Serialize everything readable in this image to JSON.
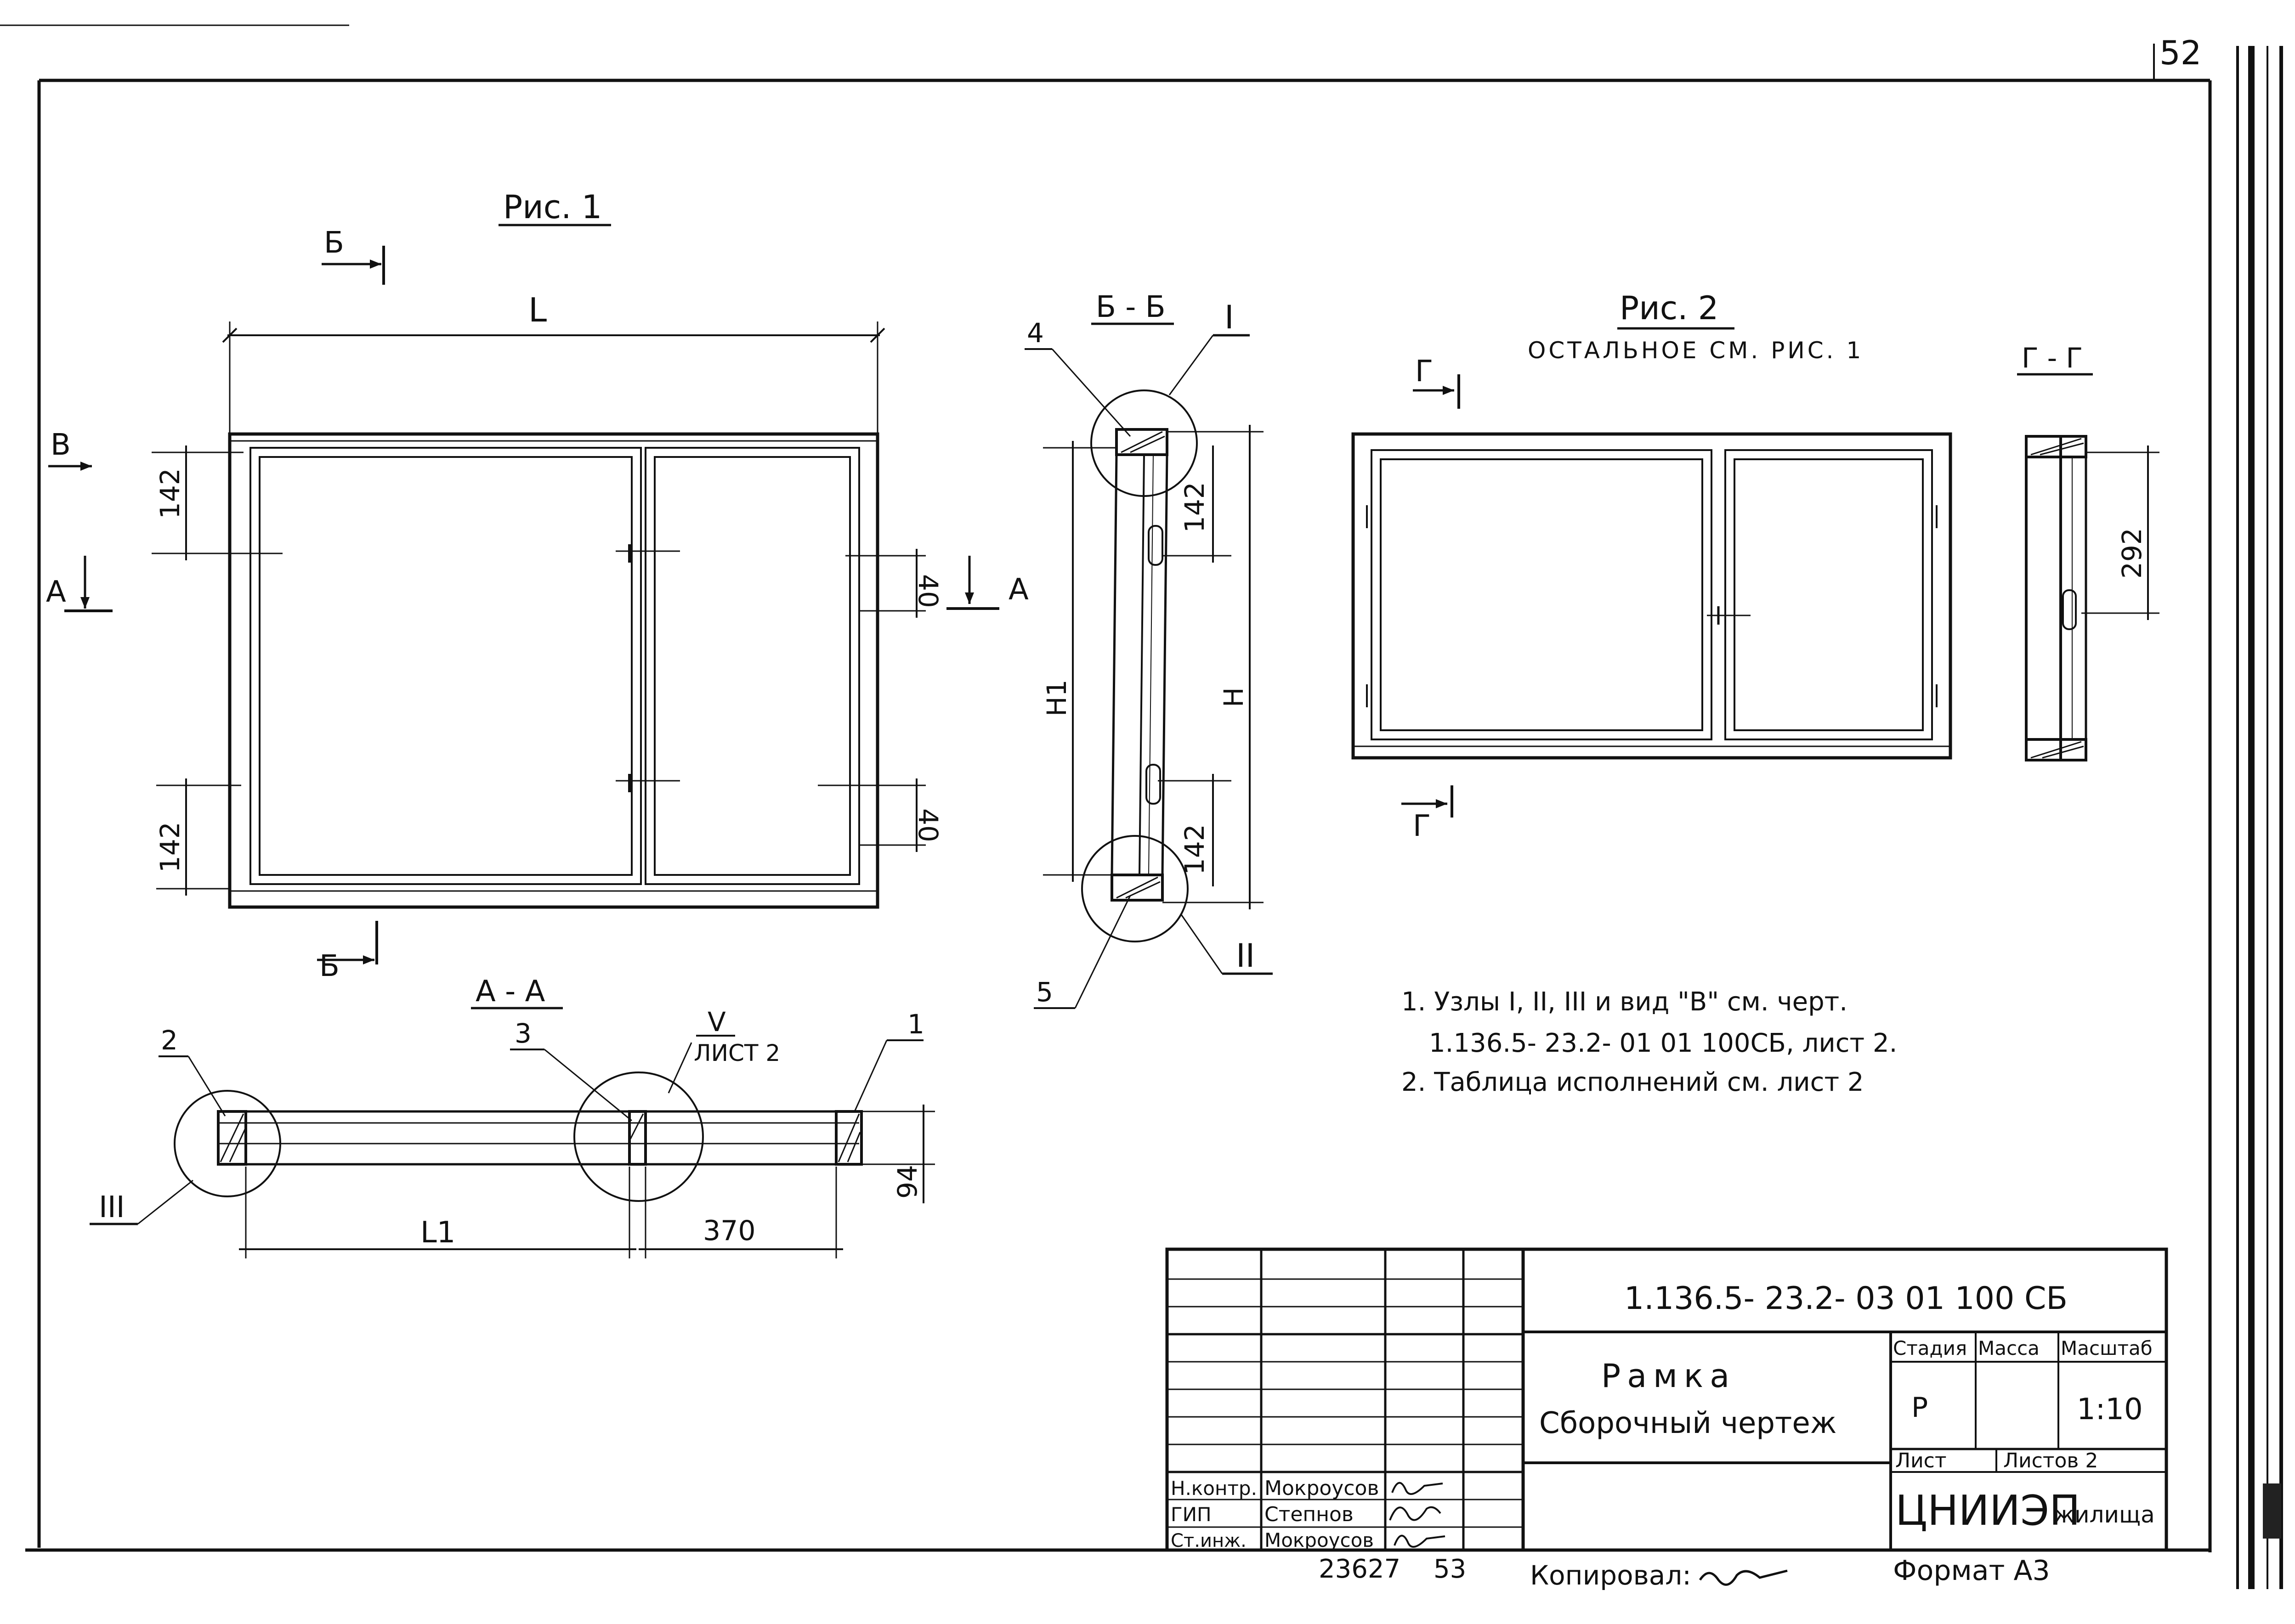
{
  "page_number": "52",
  "fig1": {
    "title": "Рис. 1",
    "section_mark": "Б",
    "view_mark": "В",
    "cut_mark": "А",
    "dim_L": "L",
    "dim_142": "142",
    "dim_40": "40"
  },
  "section_bb": {
    "title": "Б - Б",
    "node1": "I",
    "node2": "II",
    "pos4": "4",
    "pos5": "5",
    "dim_H1": "H1",
    "dim_H": "H",
    "dim_142": "142"
  },
  "fig2": {
    "title": "Рис. 2",
    "subtitle": "ОСТАЛЬНОЕ СМ. РИС. 1",
    "cut_mark": "Г"
  },
  "section_gg": {
    "title": "Г - Г",
    "dim_292": "292"
  },
  "section_aa": {
    "title": "А - А",
    "node3": "III",
    "node5": "V",
    "node5_sheet": "ЛИСТ 2",
    "pos1": "1",
    "pos2": "2",
    "pos3": "3",
    "dim_L1": "L1",
    "dim_370": "370",
    "dim_94": "94"
  },
  "notes": [
    "1. Узлы I, II, III и вид \"В\" см. черт.",
    "1.136.5- 23.2- 01 01 100СБ, лист 2.",
    "2. Таблица исполнений см. лист 2"
  ],
  "title_block": {
    "designation": "1.136.5- 23.2- 03 01 100 СБ",
    "name": "Рамка",
    "subname": "Сборочный чертеж",
    "col_stage": "Стадия",
    "col_mass": "Масса",
    "col_scale": "Масштаб",
    "stage": "Р",
    "scale": "1:10",
    "sheet_label": "Лист",
    "sheets_label": "Листов 2",
    "org": "ЦНИИЭП",
    "org_suffix": "жилища",
    "roles": [
      {
        "role": "Н.контр.",
        "name": "Мокроусов"
      },
      {
        "role": "ГИП",
        "name": "Степнов"
      },
      {
        "role": "Ст.инж.",
        "name": "Мокроусов"
      }
    ],
    "inventory_no": "23627",
    "inventory_page": "53",
    "copied_label": "Копировал:",
    "format_label": "Формат А3"
  }
}
